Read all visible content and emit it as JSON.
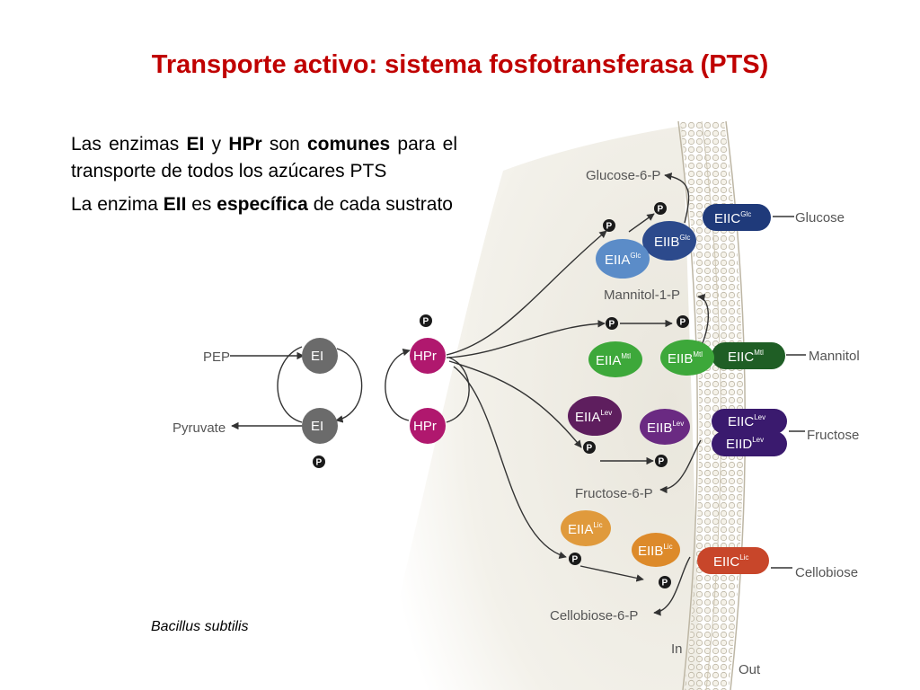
{
  "slide": {
    "title": "Transporte activo: sistema fosfotransferasa (PTS)",
    "para1": [
      {
        "t": "Las enzimas ",
        "b": false
      },
      {
        "t": "EI",
        "b": true
      },
      {
        "t": " y ",
        "b": false
      },
      {
        "t": "HPr",
        "b": true
      },
      {
        "t": " son ",
        "b": false
      },
      {
        "t": "comunes",
        "b": true
      },
      {
        "t": " para el transporte de todos los azúcares PTS",
        "b": false
      }
    ],
    "para2": [
      {
        "t": "La enzima ",
        "b": false
      },
      {
        "t": "EII",
        "b": true
      },
      {
        "t": " es ",
        "b": false
      },
      {
        "t": "específica",
        "b": true
      },
      {
        "t": " de cada sustrato",
        "b": false
      }
    ],
    "caption": "Bacillus subtilis"
  },
  "diagram": {
    "pep": "PEP",
    "pyruvate": "Pyruvate",
    "ei": "EI",
    "hpr": "HPr",
    "p": "P",
    "in": "In",
    "out": "Out",
    "colors": {
      "ei": "#6b6b6b",
      "hpr": "#b0186e",
      "glc_a": "#5b8cc8",
      "glc_b": "#2c4a8c",
      "glc_c": "#1f3a7a",
      "mtl": "#3da83a",
      "mtl_c": "#1f5e25",
      "lev_a": "#5e1e5e",
      "lev_b": "#6a2a82",
      "lev_c": "#3a1a6e",
      "lic_a": "#e09a3c",
      "lic_b": "#dd8a2a",
      "lic_c": "#c8462a",
      "membrane": "#d7d1c2"
    },
    "glucose": {
      "product": "Glucose-6-P",
      "sugar": "Glucose",
      "eiia": "EIIA",
      "eiib": "EIIB",
      "eiic": "EIIC",
      "sup": "Glc"
    },
    "mannitol": {
      "product": "Mannitol-1-P",
      "sugar": "Mannitol",
      "eiia": "EIIA",
      "eiib": "EIIB",
      "eiic": "EIIC",
      "sup": "Mtl"
    },
    "fructose": {
      "product": "Fructose-6-P",
      "sugar": "Fructose",
      "eiia": "EIIA",
      "eiib": "EIIB",
      "eiic": "EIIC",
      "eiid": "EIID",
      "sup": "Lev"
    },
    "cellobiose": {
      "product": "Cellobiose-6-P",
      "sugar": "Cellobiose",
      "eiia": "EIIA",
      "eiib": "EIIB",
      "eiic": "EIIC",
      "sup": "Lic"
    }
  }
}
